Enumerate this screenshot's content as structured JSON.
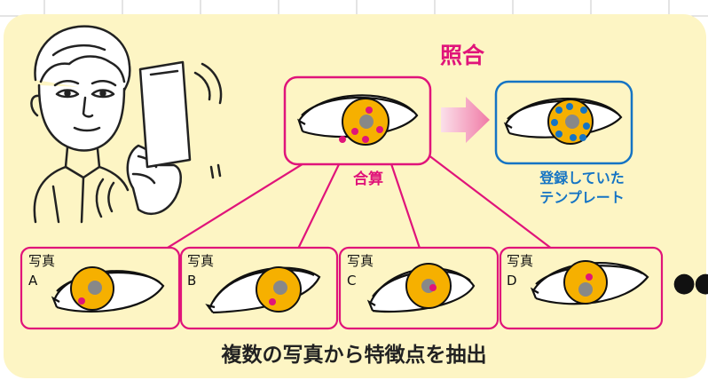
{
  "title": "照合",
  "sum_label": "合算",
  "template_label": [
    "登録していた",
    "テンプレート"
  ],
  "photos": [
    {
      "label": "写真",
      "letter": "A"
    },
    {
      "label": "写真",
      "letter": "B"
    },
    {
      "label": "写真",
      "letter": "C"
    },
    {
      "label": "写真",
      "letter": "D"
    }
  ],
  "ellipsis": "●●●",
  "footer": "複数の写真から特徴点を抽出",
  "colors": {
    "background": "#fdf5c4",
    "magenta": "#e0147a",
    "blue": "#1574c4",
    "iris": "#f6b000",
    "pupil": "#888888"
  }
}
